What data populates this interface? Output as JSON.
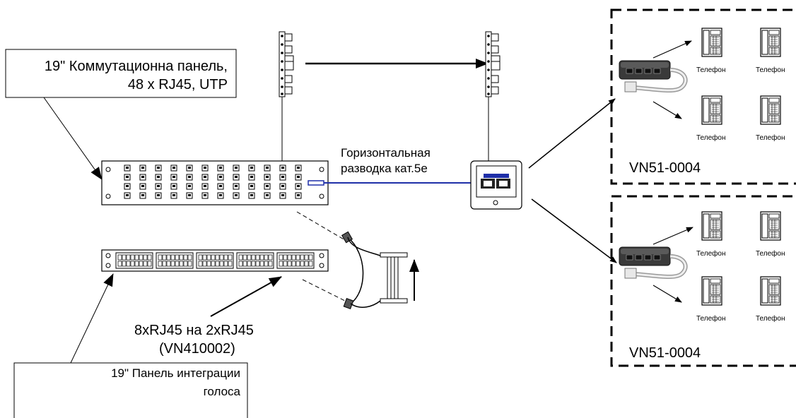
{
  "labels": {
    "patch_panel_line1": "19\" Коммутационна панель,",
    "patch_panel_line2": "48 x RJ45, UTP",
    "horizontal_line1": "Горизонтальная",
    "horizontal_line2": "разводка кат.5е",
    "splitter_line1": "8xRJ45 на 2xRJ45",
    "splitter_line2": "(VN410002)",
    "voice_panel_line1": "19\" Панель интеграции",
    "voice_panel_line2": "голоса",
    "phone": "Телефон",
    "module_top": "VN51-0004",
    "module_bottom": "VN51-0004"
  },
  "colors": {
    "horizontal_cable": "#1f2fa8",
    "outline": "#000000",
    "splitter_body": "#2a2a2a"
  },
  "icons": [
    "telephone-icon",
    "splitter-icon",
    "wall-outlet-icon",
    "cross-connect-block-icon",
    "rj45-jack-icon"
  ]
}
